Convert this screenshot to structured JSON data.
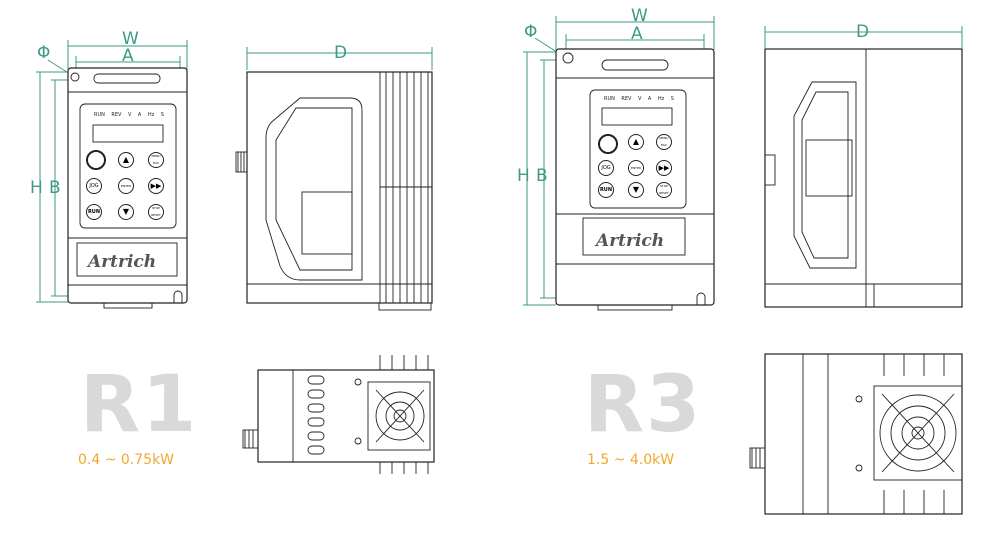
{
  "labels": {
    "phi": "Φ",
    "w": "W",
    "a": "A",
    "h": "H",
    "b": "B",
    "d": "D"
  },
  "keypad": {
    "leds": [
      "RUN",
      "REV",
      "V",
      "A",
      "Hz",
      "S"
    ],
    "enter": "ENTER",
    "jog": "JOG",
    "run": "RUN",
    "menu": "MENU ESC",
    "stop": "STOP RESET"
  },
  "brand": "Artrich",
  "models": [
    {
      "name": "R1",
      "power": "0.4 ~ 0.75kW"
    },
    {
      "name": "R3",
      "power": "1.5 ~ 4.0kW"
    }
  ],
  "colors": {
    "dimension": "#3f9a86",
    "model_watermark": "#d9d9d9",
    "power_range": "#f0a830"
  }
}
